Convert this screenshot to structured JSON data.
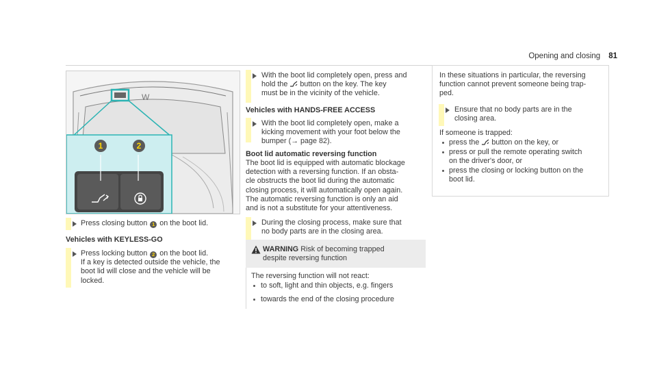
{
  "header": {
    "title": "Opening and closing",
    "page_number": "81"
  },
  "col1": {
    "step1": [
      "Press closing button",
      "on the boot lid."
    ],
    "heading": "Vehicles with KEYLESS-GO",
    "step2": [
      "Press locking button",
      "on the boot lid.",
      "If a key is detected outside the vehicle, the",
      "boot lid will close and the vehicle will be",
      "locked."
    ],
    "callouts": [
      "1",
      "2"
    ]
  },
  "col2": {
    "step1": [
      "With the boot lid completely open, press and",
      "hold the",
      "button on the key. The key",
      "must be in the vicinity of the vehicle."
    ],
    "heading1": "Vehicles with HANDS-FREE ACCESS",
    "step2": [
      "With the boot lid completely open, make a",
      "kicking movement with your foot below the",
      "bumper (",
      "→",
      "page 82)."
    ],
    "heading2": "Boot lid automatic reversing function",
    "body": [
      "The boot lid is equipped with automatic blockage",
      "detection with a reversing function. If an obsta-",
      "cle obstructs the boot lid during the automatic",
      "closing process, it will automatically open again.",
      "The automatic reversing function is only an aid",
      "and is not a substitute for your attentiveness."
    ],
    "step3": [
      "During the closing process, make sure that",
      "no body parts are in the closing area."
    ],
    "warning": {
      "label": "WARNING",
      "title1": "Risk of becoming trapped",
      "title2": "despite reversing function",
      "intro": "The reversing function will not react:",
      "bullets": [
        "to soft, light and thin objects, e.g. fingers",
        "towards the end of the closing procedure"
      ]
    }
  },
  "col3": {
    "para1": [
      "In these situations in particular, the reversing",
      "function cannot prevent someone being trap-",
      "ped."
    ],
    "step": [
      "Ensure that no body parts are in the",
      "closing area."
    ],
    "intro": "If someone is trapped:",
    "bullets": [
      [
        "press the",
        "button on the key, or"
      ],
      [
        "press or pull the remote operating switch",
        "on the driver's door, or"
      ],
      [
        "press the closing or locking button on the",
        "boot lid."
      ]
    ]
  },
  "colors": {
    "accent_bar": "#fff8b8",
    "callout_bg": "#5a5a5a",
    "callout_fg": "#ffd400",
    "highlight_teal": "#2bb3b3"
  }
}
